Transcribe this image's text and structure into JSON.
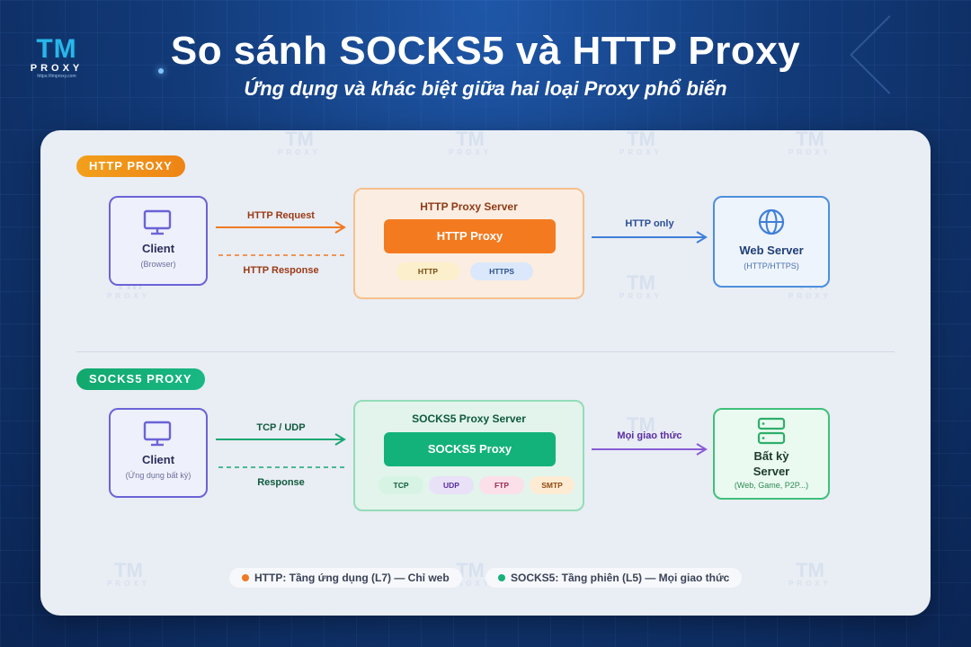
{
  "brand": {
    "logo_mark": "TM",
    "logo_sub": "PROXY",
    "logo_url": "https://tmproxy.com"
  },
  "header": {
    "title": "So sánh SOCKS5 và HTTP Proxy",
    "subtitle": "Ứng dụng và khác biệt giữa hai loại Proxy phổ biến"
  },
  "http_section": {
    "badge": "HTTP PROXY",
    "client": {
      "name": "Client",
      "sub": "(Browser)",
      "icon": "monitor-icon"
    },
    "request_label": "HTTP Request",
    "response_label": "HTTP Response",
    "server": {
      "title": "HTTP Proxy Server",
      "inner": "HTTP Proxy",
      "chips": [
        "HTTP",
        "HTTPS"
      ]
    },
    "out_label": "HTTP only",
    "target": {
      "name": "Web Server",
      "sub": "(HTTP/HTTPS)",
      "icon": "globe-icon"
    }
  },
  "socks_section": {
    "badge": "SOCKS5 PROXY",
    "client": {
      "name": "Client",
      "sub": "(Ứng dụng bất kỳ)",
      "icon": "monitor-icon"
    },
    "request_label": "TCP / UDP",
    "response_label": "Response",
    "server": {
      "title": "SOCKS5 Proxy Server",
      "inner": "SOCKS5 Proxy",
      "chips": [
        "TCP",
        "UDP",
        "FTP",
        "SMTP"
      ]
    },
    "out_label": "Mọi giao thức",
    "target": {
      "name_line1": "Bất kỳ",
      "name_line2": "Server",
      "sub": "(Web, Game, P2P...)",
      "icon": "server-icon"
    }
  },
  "legend": [
    {
      "text": "HTTP: Tầng ứng dụng (L7) — Chỉ web",
      "color": "#f07a22"
    },
    {
      "text": "SOCKS5: Tầng phiên (L5) — Mọi giao thức",
      "color": "#19b07a"
    }
  ],
  "colors": {
    "http_accent": "#f47a1f",
    "socks_accent": "#13b27a",
    "client_border": "#6b63d6",
    "web_arrow": "#3f7fd8",
    "socks_out_arrow": "#8a5bd6"
  }
}
